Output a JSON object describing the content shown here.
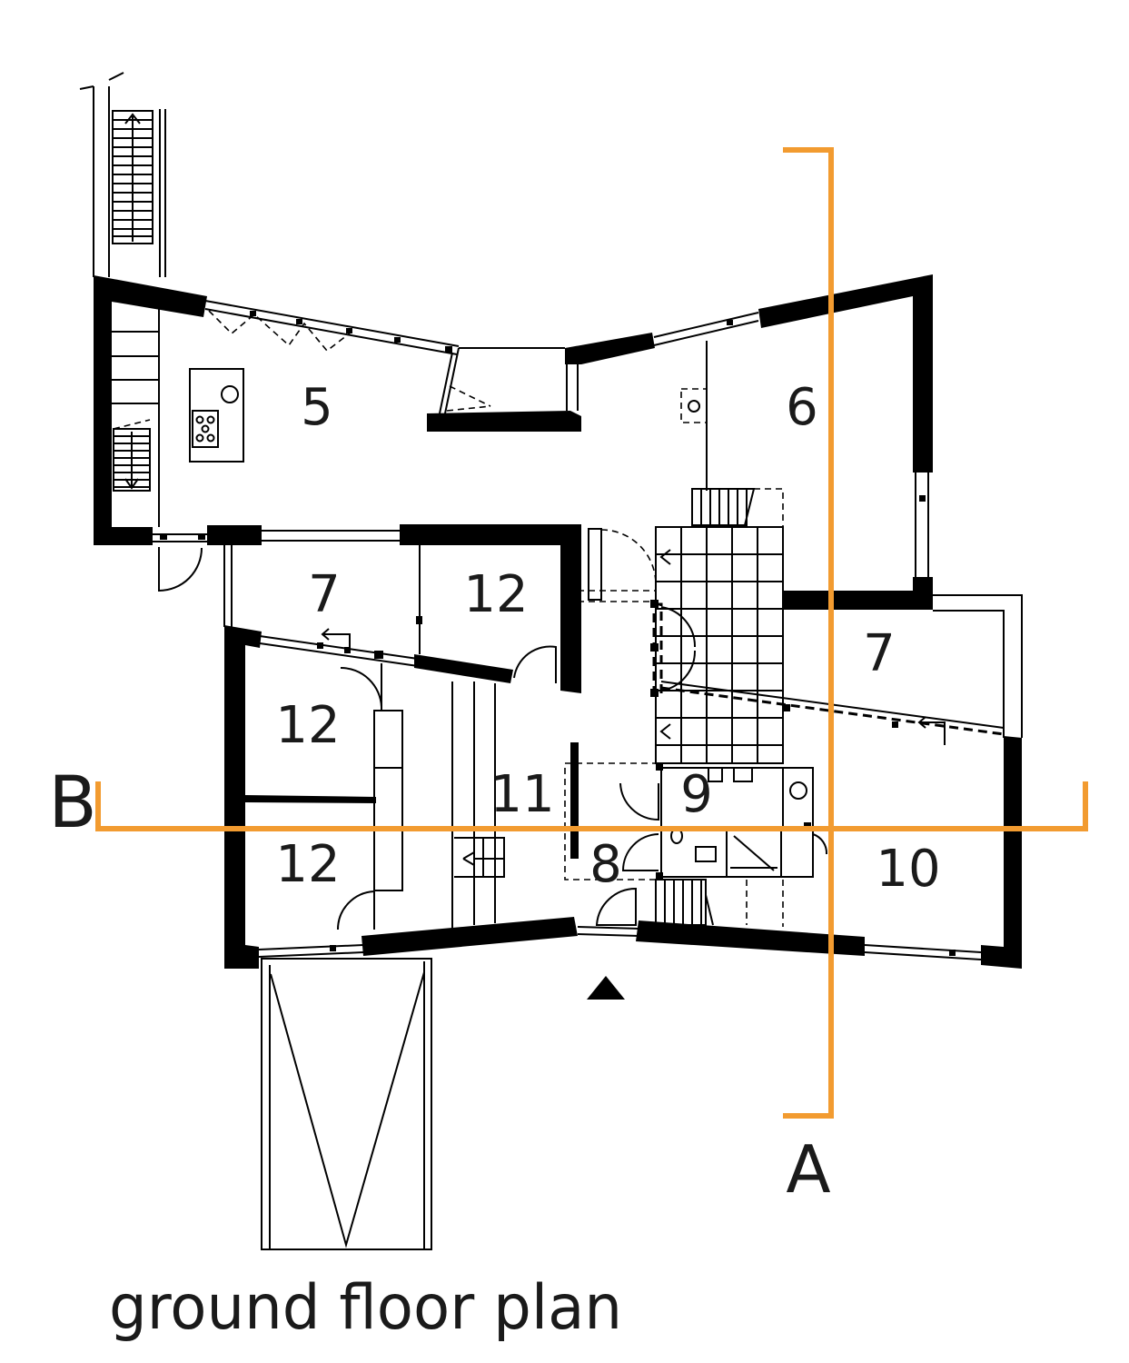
{
  "title": "ground floor plan",
  "rooms": [
    {
      "label": "5"
    },
    {
      "label": "6"
    },
    {
      "label": "7"
    },
    {
      "label": "12"
    },
    {
      "label": "7"
    },
    {
      "label": "12"
    },
    {
      "label": "11"
    },
    {
      "label": "9"
    },
    {
      "label": "12"
    },
    {
      "label": "8"
    },
    {
      "label": "10"
    }
  ],
  "sections": {
    "a": "A",
    "b": "B"
  },
  "colors": {
    "section_line": "#f29b30",
    "walls": "#000000",
    "background": "#ffffff"
  }
}
